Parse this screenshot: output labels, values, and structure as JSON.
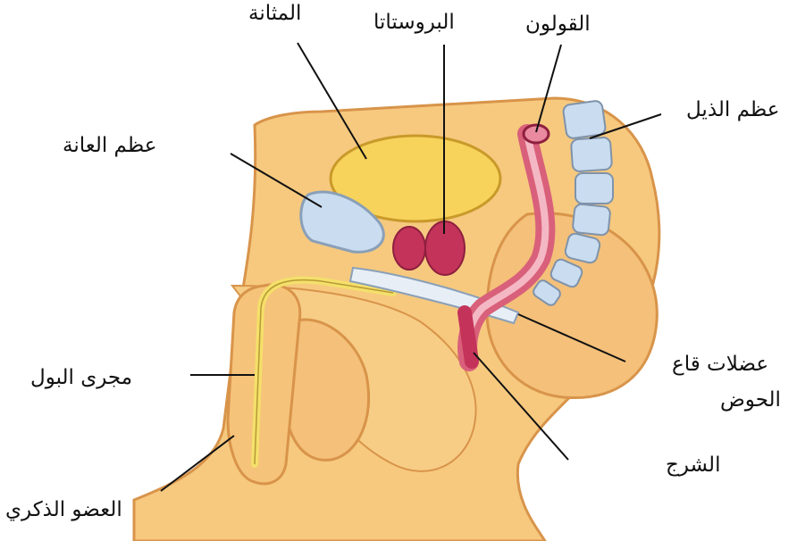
{
  "labels": {
    "bladder": "المثانة",
    "prostate": "البروستاتا",
    "colon": "القولون",
    "coccyx": "عظم الذيل",
    "pubic_bone": "عظم العانة",
    "pelvic_floor_line1": "عضلات قاع",
    "pelvic_floor_line2": "الحوض",
    "anus": "الشرج",
    "urethra": "مجرى البول",
    "penis": "العضو الذكري"
  },
  "colors": {
    "skin": "#f6c97f",
    "skin_dark": "#e9a95a",
    "bladder": "#f7d35b",
    "bone": "#c9dcf0",
    "prostate": "#c4335a",
    "colon": "#d9607a",
    "colon_light": "#f4b8c4",
    "urethra": "#f4e06a",
    "leader_line": "#111111"
  }
}
